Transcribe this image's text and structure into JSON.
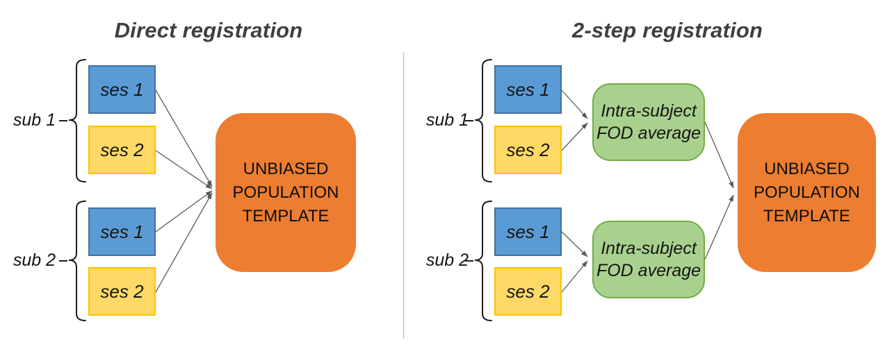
{
  "left": {
    "title": "Direct registration",
    "sub1": {
      "label": "sub 1",
      "ses1": "ses 1",
      "ses2": "ses 2"
    },
    "sub2": {
      "label": "sub 2",
      "ses1": "ses 1",
      "ses2": "ses 2"
    },
    "template": {
      "line1": "UNBIASED",
      "line2": "POPULATION",
      "line3": "TEMPLATE"
    }
  },
  "right": {
    "title": "2-step registration",
    "sub1": {
      "label": "sub 1",
      "ses1": "ses 1",
      "ses2": "ses 2"
    },
    "sub2": {
      "label": "sub 2",
      "ses1": "ses 1",
      "ses2": "ses 2"
    },
    "fod1": {
      "line1": "Intra-subject",
      "line2": "FOD average"
    },
    "fod2": {
      "line1": "Intra-subject",
      "line2": "FOD average"
    },
    "template": {
      "line1": "UNBIASED",
      "line2": "POPULATION",
      "line3": "TEMPLATE"
    }
  },
  "colors": {
    "session1_fill": "#5B9BD5",
    "session1_border": "#41719C",
    "session2_fill": "#FFD966",
    "session2_border": "#FFC000",
    "fod_fill": "#A9D18E",
    "fod_border": "#70AD47",
    "template_fill": "#ED7D31",
    "title_text": "#3F3F3F",
    "connector": "#5A5A5A",
    "divider": "#C8C8C8"
  }
}
